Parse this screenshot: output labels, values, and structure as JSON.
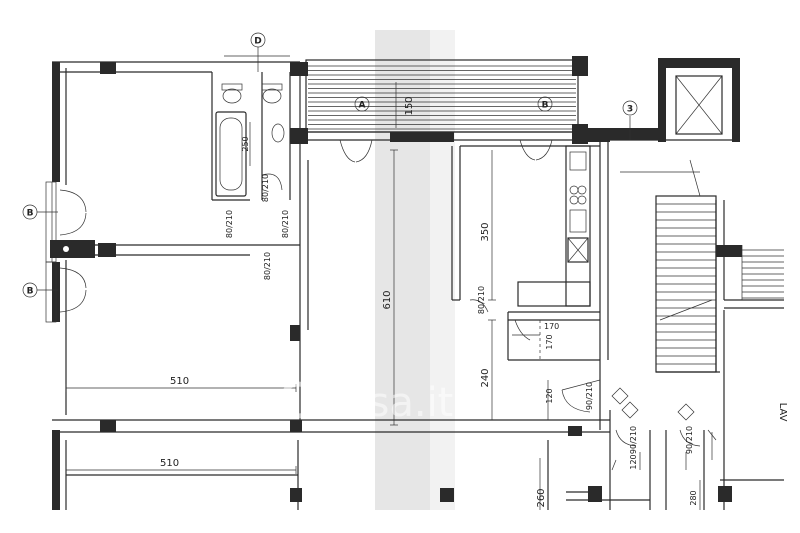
{
  "dimensions": {
    "room_width_upper": "510",
    "room_width_lower": "510",
    "living_length": "610",
    "kitchen_length": "350",
    "terrace_width": "150",
    "bath_width": "250",
    "hall_length": "240",
    "stair_length": "260",
    "right_length": "280",
    "closet_a": "170",
    "closet_b": "170",
    "door_small": "120",
    "door_hall": "120"
  },
  "door_codes": {
    "bedroom": "80/210",
    "bath_a": "80/210",
    "bath_b": "80/210",
    "closet": "80/210",
    "entry": "90/210",
    "kitchen": "80/210",
    "lift_a": "90/210",
    "lift_b": "90/210"
  },
  "tags": {
    "window_a": "A",
    "window_b": "B",
    "door_d": "D",
    "side_b1": "B",
    "side_b2": "B",
    "stair_no": "3"
  },
  "right_edge_text": "LAV",
  "watermark": "casa.it",
  "colors": {
    "ink": "#2a2a2a",
    "paper": "#ffffff",
    "scan_shadow": "#d9d9d9"
  }
}
